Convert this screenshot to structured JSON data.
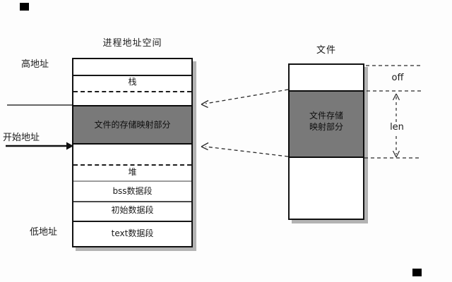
{
  "process": {
    "title": "进程地址空间",
    "high_address": "高地址",
    "start_address": "开始地址",
    "low_address": "低地址",
    "segments": {
      "stack": "栈",
      "mapped": "文件的存储映射部分",
      "heap": "堆",
      "bss": "bss数据段",
      "init_data": "初始数据段",
      "text": "text数据段"
    }
  },
  "file": {
    "title": "文件",
    "mapped_line1": "文件存储",
    "mapped_line2": "映射部分",
    "offset_label": "off",
    "length_label": "len"
  },
  "colors": {
    "mapped_fill": "#797979",
    "box_shadow": "#b3b3b3",
    "line_color": "#1a1a1a",
    "background": "#fdfdfd"
  }
}
